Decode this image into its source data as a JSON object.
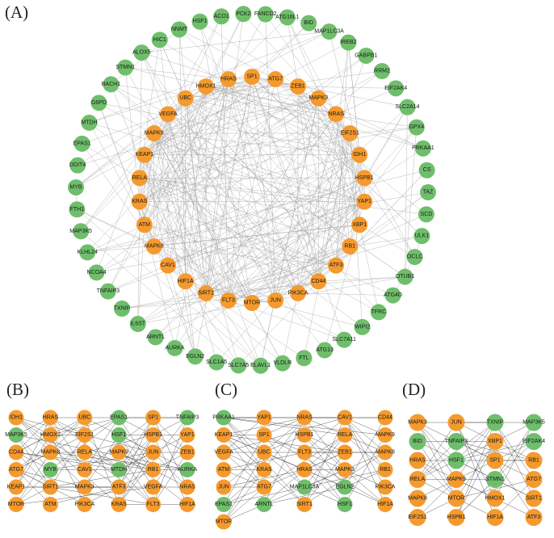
{
  "colors": {
    "orange": "#f59a2e",
    "green": "#6fbe6b"
  },
  "panels": [
    {
      "id": "A",
      "label": "(A)",
      "layout": "circle",
      "outer": [
        "ACO1",
        "PCK2",
        "FANCD2",
        "ATG16L1",
        "BID",
        "MAP1LC3A",
        "IREB2",
        "GABPB1",
        "RRM2",
        "EIF2AK4",
        "SLC2A14",
        "GPX4",
        "PRKAA1",
        "CS",
        "TAZ",
        "SCD",
        "ULK1",
        "OCLC",
        "OTUB1",
        "ATG4D",
        "TFRC",
        "WIPI2",
        "SLC7A11",
        "ATG13",
        "FTL",
        "VLDLR",
        "ELAVL1",
        "SLC7A5",
        "SLC1A5",
        "EGLN2",
        "AURKA",
        "ARNTL",
        "IL6ST",
        "TXNIP",
        "TNFAIP3",
        "NCOA4",
        "KLHL24",
        "MAP3K5",
        "FTH1",
        "MYB",
        "DDIT4",
        "EPAS1",
        "MTDH",
        "G6PD",
        "BACH1",
        "STMN1",
        "ALOX5",
        "HIC1",
        "NNMT",
        "HSF1"
      ],
      "inner": [
        "SP1",
        "ATG7",
        "ZEB1",
        "MAPK3",
        "NRAS",
        "EIF2S1",
        "IDH1",
        "HSPB1",
        "YAP1",
        "XBP1",
        "RB1",
        "ATF3",
        "CD44",
        "PIK3CA",
        "JUN",
        "MTOR",
        "FLT3",
        "SIRT1",
        "HIF1A",
        "CAV1",
        "MAPK8",
        "ATM",
        "KRAS",
        "RELA",
        "KEAP1",
        "MAPK9",
        "VEGFA",
        "UBC",
        "HMOX1",
        "HRAS"
      ]
    },
    {
      "id": "B",
      "label": "(B)",
      "layout": "grid",
      "columns": [
        [
          [
            "IDH1",
            "o"
          ],
          [
            "MAP3K5",
            "g"
          ],
          [
            "CD44",
            "o"
          ],
          [
            "ATG7",
            "o"
          ],
          [
            "KEAP1",
            "o"
          ],
          [
            "MTOR",
            "o"
          ]
        ],
        [
          [
            "HRAS",
            "o"
          ],
          [
            "HMOX1",
            "o"
          ],
          [
            "MAPK8",
            "o"
          ],
          [
            "MYB",
            "g"
          ],
          [
            "SIRT1",
            "o"
          ],
          [
            "ATM",
            "o"
          ]
        ],
        [
          [
            "UBC",
            "o"
          ],
          [
            "EIF2S1",
            "o"
          ],
          [
            "RELA",
            "o"
          ],
          [
            "CAV1",
            "o"
          ],
          [
            "MAPK3",
            "o"
          ],
          [
            "PIK3CA",
            "o"
          ]
        ],
        [
          [
            "EPAS1",
            "g"
          ],
          [
            "HSF1",
            "g"
          ],
          [
            "MAPK9",
            "o"
          ],
          [
            "MTDH",
            "g"
          ],
          [
            "ATF3",
            "o"
          ],
          [
            "KRAS",
            "o"
          ]
        ],
        [
          [
            "SP1",
            "o"
          ],
          [
            "HSPB1",
            "o"
          ],
          [
            "JUN",
            "o"
          ],
          [
            "RB1",
            "o"
          ],
          [
            "VEGFA",
            "o"
          ],
          [
            "FLT3",
            "o"
          ]
        ],
        [
          [
            "TNFAIP3",
            "g"
          ],
          [
            "YAP1",
            "o"
          ],
          [
            "ZEB1",
            "o"
          ],
          [
            "AURKA",
            "g"
          ],
          [
            "NRAS",
            "o"
          ],
          [
            "HIF1A",
            "o"
          ]
        ]
      ]
    },
    {
      "id": "C",
      "label": "(C)",
      "layout": "grid",
      "columns": [
        [
          [
            "PRKAA1",
            "g"
          ],
          [
            "KEAP1",
            "o"
          ],
          [
            "VEGFA",
            "o"
          ],
          [
            "ATM",
            "o"
          ],
          [
            "JUN",
            "o"
          ],
          [
            "EPAS1",
            "g"
          ],
          [
            "MTOR",
            "o"
          ]
        ],
        [
          [
            "YAP1",
            "o"
          ],
          [
            "SP1",
            "o"
          ],
          [
            "UBC",
            "o"
          ],
          [
            "KRAS",
            "o"
          ],
          [
            "ATG7",
            "o"
          ],
          [
            "ARNTL",
            "g"
          ]
        ],
        [
          [
            "NRAS",
            "o"
          ],
          [
            "HSPB1",
            "o"
          ],
          [
            "FLT3",
            "o"
          ],
          [
            "HRAS",
            "o"
          ],
          [
            "MAP1LC3A",
            "g"
          ],
          [
            "SIRT1",
            "o"
          ]
        ],
        [
          [
            "CAV1",
            "o"
          ],
          [
            "RELA",
            "o"
          ],
          [
            "ZEB1",
            "o"
          ],
          [
            "MAPK3",
            "o"
          ],
          [
            "EGLN2",
            "g"
          ],
          [
            "HSF1",
            "g"
          ]
        ],
        [
          [
            "CD44",
            "o"
          ],
          [
            "MAPK9",
            "o"
          ],
          [
            "MAPK8",
            "o"
          ],
          [
            "RB1",
            "o"
          ],
          [
            "PIK3CA",
            "o"
          ],
          [
            "HIF1A",
            "o"
          ]
        ]
      ]
    },
    {
      "id": "D",
      "label": "(D)",
      "layout": "grid",
      "columns": [
        [
          [
            "MAPK3",
            "o"
          ],
          [
            "BID",
            "g"
          ],
          [
            "HRAS",
            "o"
          ],
          [
            "RELA",
            "o"
          ],
          [
            "MAPK8",
            "o"
          ],
          [
            "EIF2S1",
            "o"
          ]
        ],
        [
          [
            "JUN",
            "o"
          ],
          [
            "TNFAIP3",
            "g"
          ],
          [
            "HSF1",
            "g"
          ],
          [
            "MAPK9",
            "o"
          ],
          [
            "MTOR",
            "o"
          ],
          [
            "HSPB1",
            "o"
          ]
        ],
        [
          [
            "TXNIP",
            "g"
          ],
          [
            "XBP1",
            "o"
          ],
          [
            "SP1",
            "o"
          ],
          [
            "STMN1",
            "g"
          ],
          [
            "HMOX1",
            "o"
          ],
          [
            "HIF1A",
            "o"
          ]
        ],
        [
          [
            "MAP3K5",
            "g"
          ],
          [
            "EIF2AK4",
            "g"
          ],
          [
            "RB1",
            "o"
          ],
          [
            "ATG7",
            "o"
          ],
          [
            "SIRT1",
            "o"
          ],
          [
            "ATF3",
            "o"
          ]
        ]
      ]
    }
  ]
}
